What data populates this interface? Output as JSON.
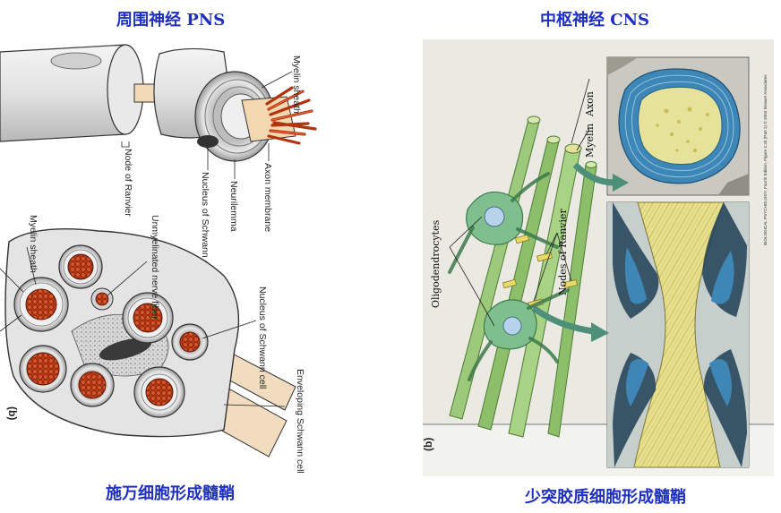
{
  "pns": {
    "heading": "周围神经  PNS",
    "caption": "施万细胞形成髓鞘",
    "labels": {
      "myelin_sheath": "Myelin sheath",
      "axon_membrane": "Axon membrane",
      "neurilemma": "Neurilemma",
      "nucleus_schwann": "Nucleus of Schwann cell",
      "node_ranvier": "Node of Ranvier",
      "myelin_sheath_b": "Myelin sheath",
      "unmyelinated": "Unmyelinated nerve fiber",
      "nucleus_schwann_b": "Nucleus of Schwann cell",
      "enveloping": "Enveloping Schwann cell",
      "panel_tag": "(b)"
    }
  },
  "cns": {
    "heading": "中枢神经 CNS",
    "caption": "少突胶质细胞形成髓鞘",
    "labels": {
      "axon": "Axon",
      "myelin": "Myelin",
      "oligodendrocytes": "Oligodendrocytes",
      "nodes_ranvier": "Nodes of Ranvier",
      "panel_tag": "(b)",
      "credit": "BIOLOGICAL PSYCHOLOGY, Fourth Edition, Figure 2.20 (Part 2) © 2004 Sinauer Associates"
    }
  },
  "colors": {
    "heading": "#1f2fbf",
    "myelin_gray": "#d9d9d9",
    "axon_red": "#c9451f",
    "cns_green": "#8dbf6a",
    "myelin_blue": "#3e86b5",
    "axoplasm_yellow": "#e6e29a"
  }
}
